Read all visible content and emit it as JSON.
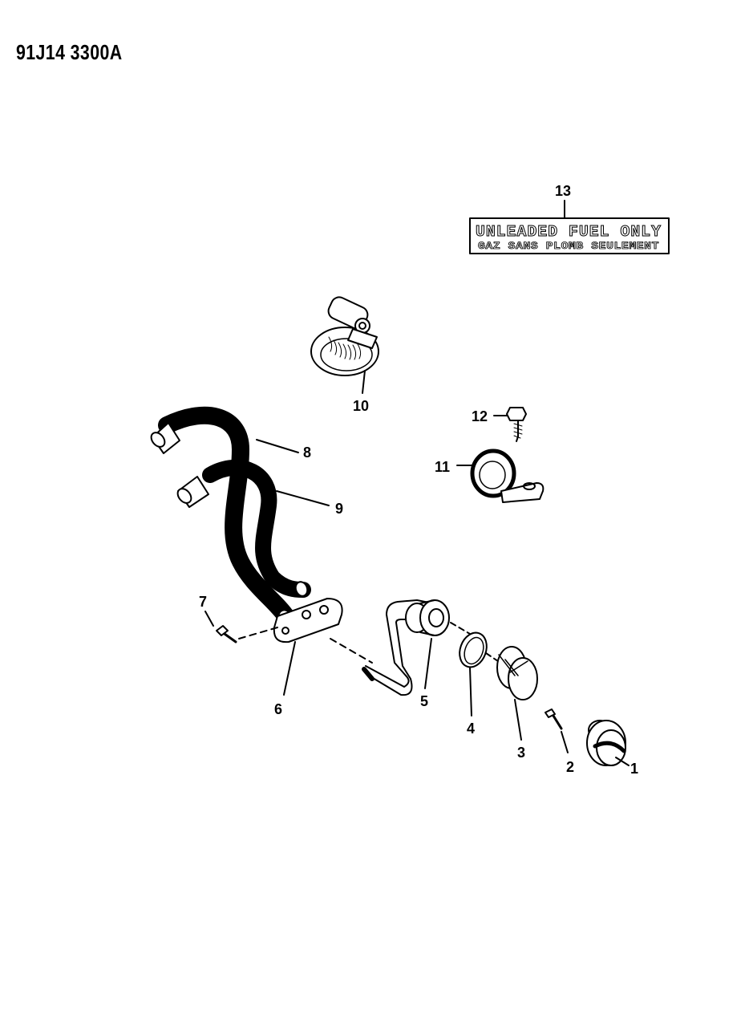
{
  "figure_code": "91J14 3300A",
  "decal": {
    "line1": "UNLEADED FUEL ONLY",
    "line2": "GAZ SANS PLOMB SEULEMENT"
  },
  "callouts": {
    "c1": "1",
    "c2": "2",
    "c3": "3",
    "c4": "4",
    "c5": "5",
    "c6": "6",
    "c7": "7",
    "c8": "8",
    "c9": "9",
    "c10": "10",
    "c11": "11",
    "c12": "12",
    "c13": "13"
  }
}
